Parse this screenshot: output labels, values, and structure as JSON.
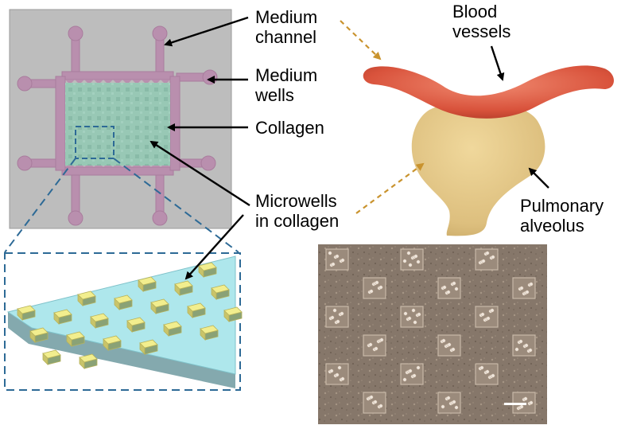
{
  "labels": {
    "medium_channel": [
      "Medium",
      "channel"
    ],
    "medium_wells": [
      "Medium",
      "wells"
    ],
    "collagen": "Collagen",
    "microwells": [
      "Microwells",
      "in collagen"
    ],
    "blood_vessels": [
      "Blood",
      "vessels"
    ],
    "pulmonary_alveolus": [
      "Pulmonary",
      "alveolus"
    ]
  },
  "colors": {
    "chip_background": "#bdbdbd",
    "channel": "#b98fae",
    "collagen": "#95c3a4",
    "zoom_outline": "#2d6a96",
    "slab_blue": "#aee7ec",
    "microwell_yellow": "#f2ee8e",
    "vessel": "#e2614a",
    "alveolus": "#e3c585",
    "photo_background": "#8a7a6c",
    "pointer_dashed": "#c9932e"
  }
}
